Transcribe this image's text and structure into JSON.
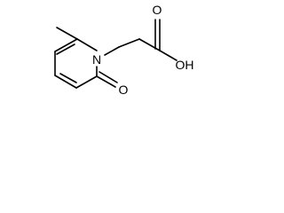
{
  "structure": {
    "atom_labels": {
      "ring_nitrogen": "N",
      "carbonyl_oxygen": "O",
      "acid_carbonyl_oxygen": "O",
      "hydroxyl": "OH"
    }
  },
  "colors": {
    "bond": "#000000",
    "label": "#000000",
    "background": "#ffffff"
  }
}
